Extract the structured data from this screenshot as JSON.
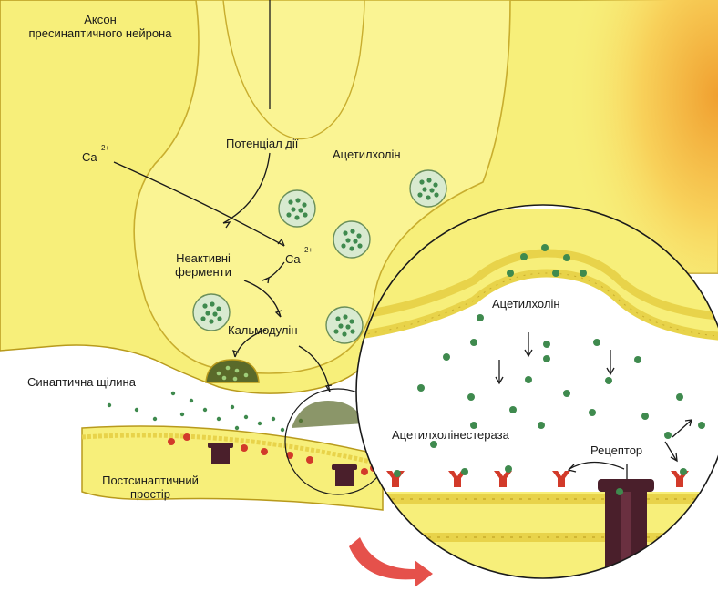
{
  "labels": {
    "axon": "Аксон\nпресинаптичного нейрона",
    "action_potential": "Потенціал дії",
    "acetylcholine_top": "Ацетилхолін",
    "ca_left": "Ca",
    "ca_left_sup": "2+",
    "ca_right": "Ca",
    "ca_right_sup": "2+",
    "inactive_enzymes": "Неактивні\nферменти",
    "calmodulin": "Кальмодулін",
    "synaptic_cleft": "Синаптична щілина",
    "postsynaptic_space": "Постсинаптичний\nпростір",
    "acetylcholine_zoom": "Ацетилхолін",
    "acetylcholinesterase": "Ацетилхолінестераза",
    "receptor": "Рецептор"
  },
  "colors": {
    "cytoplasm": "#f7ef7a",
    "membrane_head": "#f1df55",
    "membrane_edge": "#b89a1c",
    "vesicle_dot": "#3f8a4e",
    "vesicle_fill": "#d8ead0",
    "receptor": "#4a1f2b",
    "enzyme": "#d23a2a",
    "accent_red": "#e0332b",
    "zoom_bg": "#ffffff"
  }
}
